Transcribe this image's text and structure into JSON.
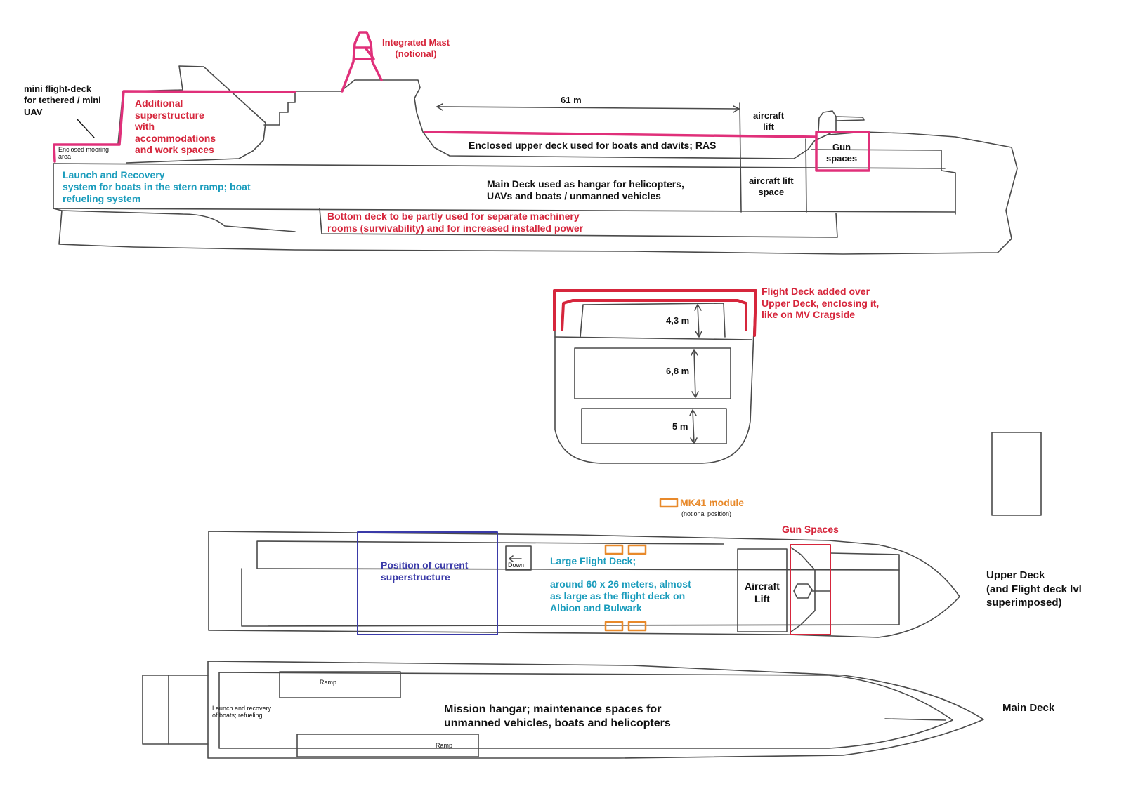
{
  "colors": {
    "pencil": "#4a4a4a",
    "red": "#d6263c",
    "magenta": "#e0307a",
    "cyan": "#1a9cbc",
    "blue": "#3a3aa8",
    "orange": "#e8892a"
  },
  "side_view": {
    "mini_flight_deck": "mini flight-deck\nfor tethered / mini\nUAV",
    "enclosed_mooring": "Enclosed mooring\narea",
    "additional_superstructure": "Additional\nsuperstructure\nwith\naccommodations\nand work spaces",
    "integrated_mast": "Integrated Mast\n(notional)",
    "length_61m": "61 m",
    "aircraft_lift": "aircraft\nlift",
    "enclosed_upper_deck": "Enclosed upper deck used for boats and davits; RAS",
    "gun_spaces": "Gun\nspaces",
    "launch_recovery": "Launch and Recovery\nsystem for boats in the stern ramp; boat\nrefueling system",
    "main_deck_hangar": "Main Deck used as hangar for helicopters,\nUAVs and boats / unmanned vehicles",
    "aircraft_lift_space": "aircraft lift\nspace",
    "bottom_deck": "Bottom deck to be partly used for separate machinery\nrooms (survivability) and for increased installed power"
  },
  "cross_section": {
    "flight_deck_note": "Flight Deck added over\nUpper Deck, enclosing it,\nlike on MV Cragside",
    "height_upper": "4,3 m",
    "height_middle": "6,8 m",
    "height_lower": "5 m"
  },
  "mk41_legend": {
    "label": "MK41 module",
    "note": "(notional position)"
  },
  "upper_deck_plan": {
    "gun_spaces": "Gun Spaces",
    "current_superstructure": "Position of current\nsuperstructure",
    "down": "Down",
    "large_flight_deck": "Large Flight Deck;",
    "flight_deck_size": "around 60 x 26 meters, almost\nas large as the flight deck on\nAlbion and Bulwark",
    "aircraft_lift": "Aircraft\nLift",
    "caption": "Upper Deck\n(and Flight deck lvl\nsuperimposed)"
  },
  "main_deck_plan": {
    "ramp_top": "Ramp",
    "ramp_bottom": "Ramp",
    "launch_recovery": "Launch and recovery\nof boats; refueling",
    "mission_hangar": "Mission hangar; maintenance spaces for\nunmanned vehicles, boats and helicopters",
    "caption": "Main Deck"
  }
}
